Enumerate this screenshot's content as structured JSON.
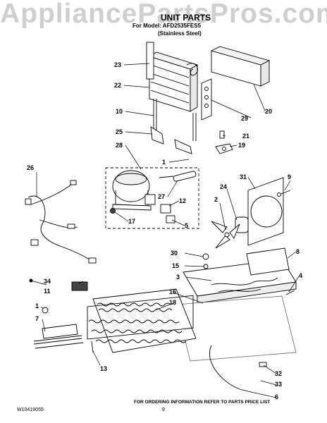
{
  "watermark": "AppliancePartsPros.com",
  "header": {
    "title": "UNIT PARTS",
    "model_line": "For Model: AFD2535FES5",
    "finish": "(Stainless Steel)"
  },
  "footer": {
    "doc_code": "W10419055",
    "page_number": "9",
    "note": "FOR ORDERING INFORMATION REFER TO PARTS PRICE LIST"
  },
  "callouts": [
    "23",
    "22",
    "10",
    "25",
    "28",
    "26",
    "1",
    "27",
    "12",
    "17",
    "5",
    "31",
    "9",
    "2",
    "24",
    "20",
    "29",
    "21",
    "19",
    "30",
    "15",
    "3",
    "8",
    "4",
    "34",
    "11",
    "16",
    "18",
    "1",
    "7",
    "13",
    "32",
    "33",
    "6"
  ]
}
